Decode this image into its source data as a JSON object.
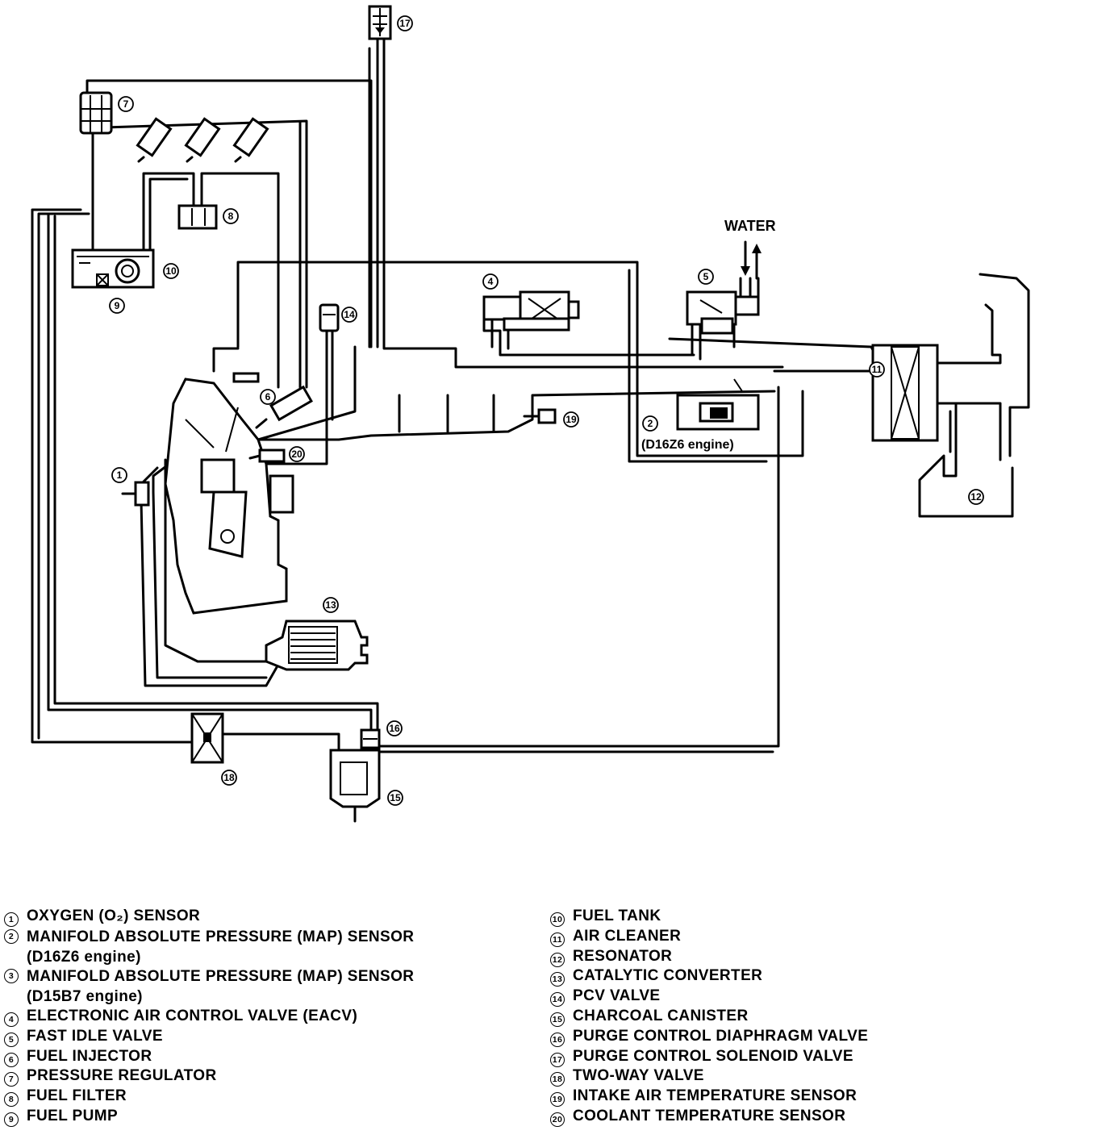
{
  "diagram": {
    "water_label": "WATER",
    "map_label": "(D16Z6 engine)",
    "callouts": [
      "1",
      "2",
      "4",
      "5",
      "6",
      "7",
      "8",
      "9",
      "10",
      "11",
      "12",
      "13",
      "14",
      "15",
      "16",
      "17",
      "18",
      "19",
      "20"
    ]
  },
  "legend": {
    "left": [
      {
        "num": "1",
        "text": "OXYGEN (O₂) SENSOR",
        "sub": ""
      },
      {
        "num": "2",
        "text": "MANIFOLD ABSOLUTE PRESSURE (MAP) SENSOR",
        "sub": "(D16Z6 engine)"
      },
      {
        "num": "3",
        "text": "MANIFOLD ABSOLUTE PRESSURE (MAP) SENSOR",
        "sub": "(D15B7 engine)"
      },
      {
        "num": "4",
        "text": "ELECTRONIC AIR CONTROL VALVE (EACV)",
        "sub": ""
      },
      {
        "num": "5",
        "text": "FAST IDLE VALVE",
        "sub": ""
      },
      {
        "num": "6",
        "text": "FUEL INJECTOR",
        "sub": ""
      },
      {
        "num": "7",
        "text": "PRESSURE REGULATOR",
        "sub": ""
      },
      {
        "num": "8",
        "text": "FUEL FILTER",
        "sub": ""
      },
      {
        "num": "9",
        "text": "FUEL PUMP",
        "sub": ""
      }
    ],
    "right": [
      {
        "num": "10",
        "text": "FUEL TANK"
      },
      {
        "num": "11",
        "text": "AIR CLEANER"
      },
      {
        "num": "12",
        "text": "RESONATOR"
      },
      {
        "num": "13",
        "text": "CATALYTIC CONVERTER"
      },
      {
        "num": "14",
        "text": "PCV VALVE"
      },
      {
        "num": "15",
        "text": "CHARCOAL CANISTER"
      },
      {
        "num": "16",
        "text": "PURGE CONTROL DIAPHRAGM VALVE"
      },
      {
        "num": "17",
        "text": "PURGE CONTROL SOLENOID VALVE"
      },
      {
        "num": "18",
        "text": "TWO-WAY VALVE"
      },
      {
        "num": "19",
        "text": "INTAKE AIR TEMPERATURE SENSOR"
      },
      {
        "num": "20",
        "text": "COOLANT TEMPERATURE SENSOR"
      }
    ]
  }
}
